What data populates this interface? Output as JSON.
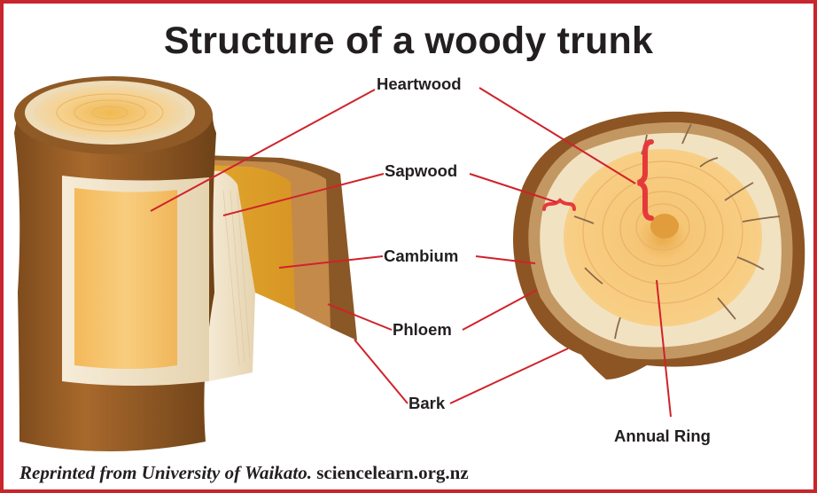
{
  "title": "Structure of a woody trunk",
  "labels": {
    "heartwood": "Heartwood",
    "sapwood": "Sapwood",
    "cambium": "Cambium",
    "phloem": "Phloem",
    "bark": "Bark",
    "annual_ring": "Annual Ring"
  },
  "footer": {
    "credit": "Reprinted from University of Waikato.",
    "site": "sciencelearn.org.nz"
  },
  "colors": {
    "frame": "#c8252c",
    "leader_lines": "#d0222a",
    "bark": "#8a5421",
    "heartwood": "#f5c46b",
    "sapwood": "#f3e6cc"
  }
}
